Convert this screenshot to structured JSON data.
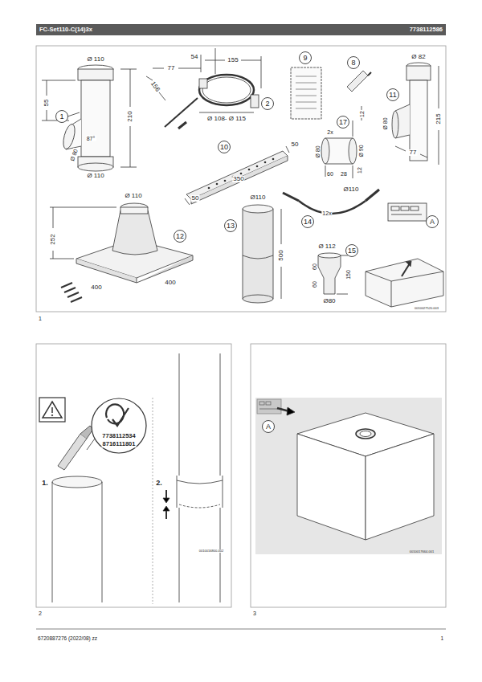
{
  "diagram": {
    "labels": [
      "FC-Set110-C(14)3x",
      "7738112586",
      "Ø 110",
      "55",
      "210",
      "87°",
      "Ø 80",
      "Ø 110",
      "1",
      "77",
      "54",
      "155",
      "156",
      "Ø 108- Ø 115",
      "2",
      "9",
      "8",
      "17",
      "2x",
      "Ø 90",
      "12",
      "12",
      "Ø 80",
      "60",
      "28",
      "11",
      "Ø 82",
      "Ø 80",
      "215",
      "77",
      "10",
      "50",
      "350",
      "50",
      "Ø 110",
      "252",
      "12",
      "400",
      "400",
      "Ø110",
      "13",
      "500",
      "Ø110",
      "14",
      "12x",
      "A",
      "Ø 112",
      "15",
      "60",
      "60",
      "150",
      "Ø80",
      "0010027520.003",
      "1",
      "7738112534",
      "8716111801",
      "1.",
      "2.",
      "0010016800-002",
      "2",
      "A",
      "0010017664-001",
      "3",
      "6720887276 (2022/08) zz",
      "1"
    ]
  }
}
